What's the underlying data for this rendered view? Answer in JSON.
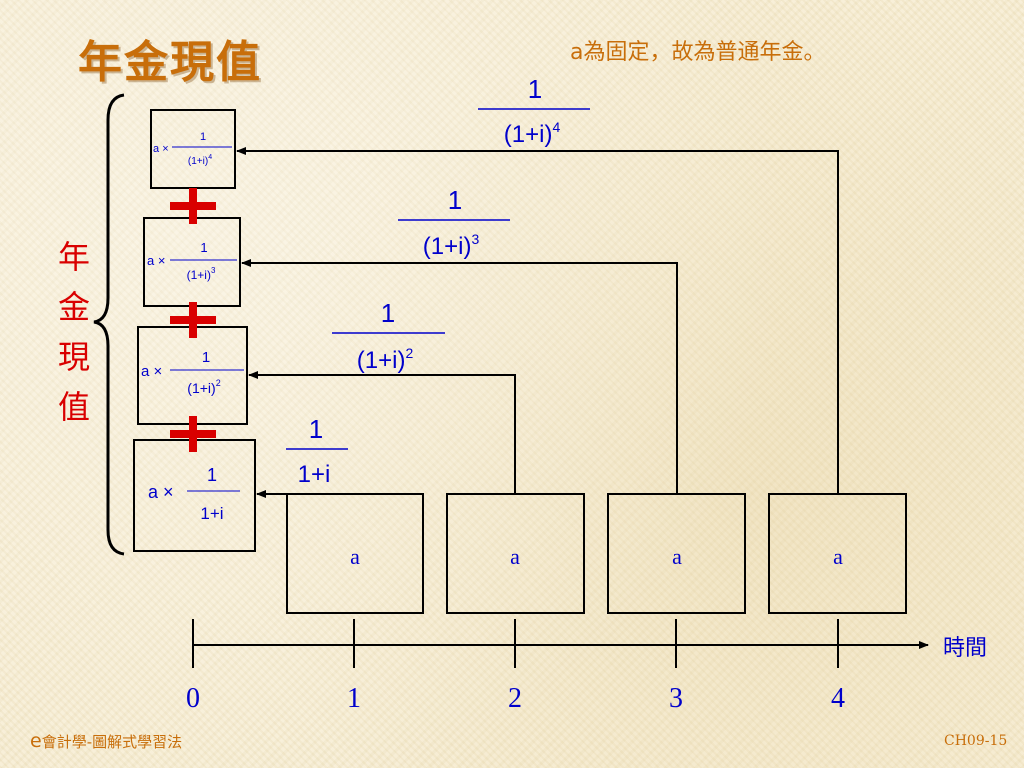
{
  "title": "年金現值",
  "note": "a為固定，故為普通年金。",
  "side_label": [
    "年",
    "金",
    "現",
    "值"
  ],
  "time_label": "時間",
  "ticks": [
    "0",
    "1",
    "2",
    "3",
    "4"
  ],
  "payment_label": "a",
  "one": "1",
  "times": "×",
  "plus_sign": "+",
  "base_label": "1+i",
  "paren_base": "(1+i)",
  "exponents": [
    "",
    "2",
    "3",
    "4"
  ],
  "footer_left_e": "e",
  "footer_left": "會計學-圖解式學習法",
  "footer_right": "CH09-15",
  "colors": {
    "title": "#c86e0a",
    "red": "#d90000",
    "blue": "#0000cc",
    "line": "#000000"
  }
}
